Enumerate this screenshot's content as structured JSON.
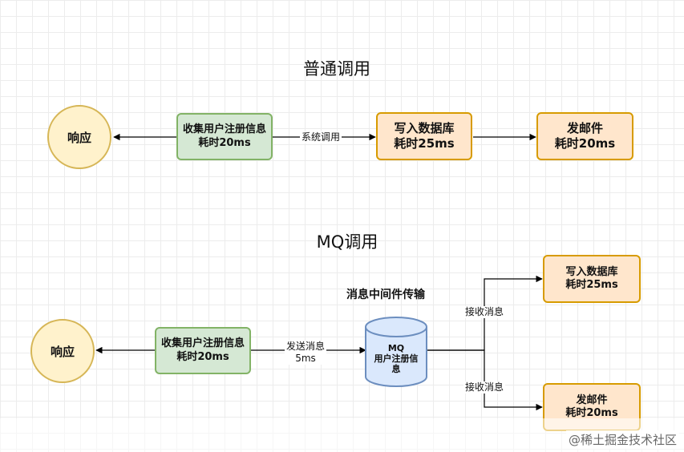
{
  "section_normal": {
    "title": "普通调用",
    "response": "响应",
    "collect": {
      "line1": "收集用户注册信息",
      "line2": "耗时20ms"
    },
    "edge_label": "系统调用",
    "db": {
      "line1": "写入数据库",
      "line2": "耗时25ms"
    },
    "mail": {
      "line1": "发邮件",
      "line2": "耗时20ms"
    }
  },
  "section_mq": {
    "title": "MQ调用",
    "response": "响应",
    "collect": {
      "line1": "收集用户注册信息",
      "line2": "耗时20ms"
    },
    "send_label": {
      "line1": "发送消息",
      "line2": "5ms"
    },
    "middleware_label": "消息中间件传输",
    "queue": {
      "line1": "MQ",
      "line2": "用户注册信",
      "line3": "息"
    },
    "receive_label_top": "接收消息",
    "receive_label_bottom": "接收消息",
    "db": {
      "line1": "写入数据库",
      "line2": "耗时25ms"
    },
    "mail": {
      "line1": "发邮件",
      "line2": "耗时20ms"
    }
  },
  "watermark": "@稀土掘金技术社区",
  "colors": {
    "green_fill": "#d5e8d4",
    "green_stroke": "#82b366",
    "orange_fill": "#ffe6cc",
    "orange_stroke": "#d79b00",
    "yellow_fill": "#fff2cc",
    "yellow_stroke": "#d6b656",
    "queue_fill": "#dae8fc",
    "queue_stroke": "#6c8ebf"
  }
}
